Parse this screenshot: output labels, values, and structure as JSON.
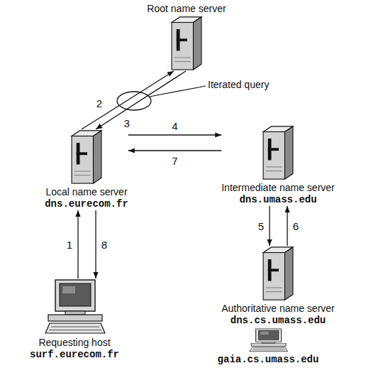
{
  "diagram": {
    "nodes": [
      {
        "text": [
          "Root name server"
        ]
      },
      {
        "text": [
          "Local name server",
          "dns.eurecom.fr"
        ]
      },
      {
        "text": [
          "Intermediate name server",
          "dns.umass.edu"
        ]
      },
      {
        "text": [
          "Authoritative name server",
          "dns.cs.umass.edu"
        ]
      },
      {
        "text": [
          "Requesting host",
          "surf.eurecom.fr"
        ]
      },
      {
        "text": [
          "gaia.cs.umass.edu"
        ]
      }
    ],
    "edges": [
      {
        "from": 4,
        "to": 1,
        "label": "1",
        "arrow": "to"
      },
      {
        "from": 1,
        "to": 0,
        "label": "2",
        "arrow": "to"
      },
      {
        "from": 0,
        "to": 1,
        "label": "3",
        "arrow": "to"
      },
      {
        "from": 1,
        "to": 2,
        "label": "4",
        "arrow": "to"
      },
      {
        "from": 2,
        "to": 3,
        "label": "5",
        "arrow": "to"
      },
      {
        "from": 3,
        "to": 2,
        "label": "6",
        "arrow": "to"
      },
      {
        "from": 2,
        "to": 1,
        "label": "7",
        "arrow": "to"
      },
      {
        "from": 1,
        "to": 4,
        "label": "8",
        "arrow": "to"
      }
    ],
    "labels": [
      "Iterated query"
    ]
  }
}
